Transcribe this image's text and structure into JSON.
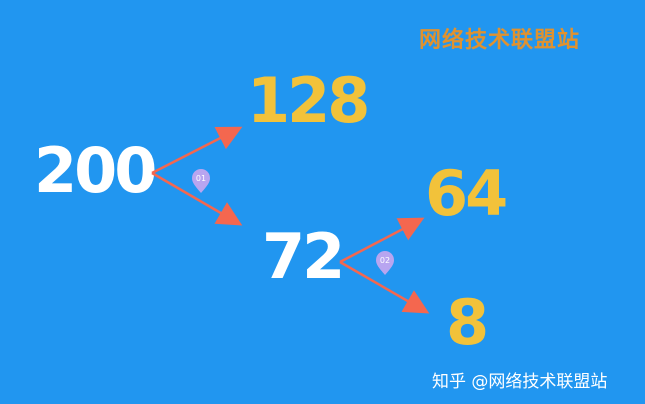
{
  "brand": {
    "top_text": "网络技术联盟站"
  },
  "watermark": {
    "text": "知乎 @网络技术联盟站"
  },
  "nodes": {
    "root": "200",
    "first_split": "128",
    "remainder": "72",
    "second_split": "64",
    "last": "8"
  },
  "markers": {
    "step1": "01",
    "step2": "02"
  },
  "colors": {
    "background": "#2196f0",
    "arrow": "#f4674f",
    "gold": "#f2c23a",
    "brand": "#e0922f",
    "marker": "#c9a6f0"
  }
}
